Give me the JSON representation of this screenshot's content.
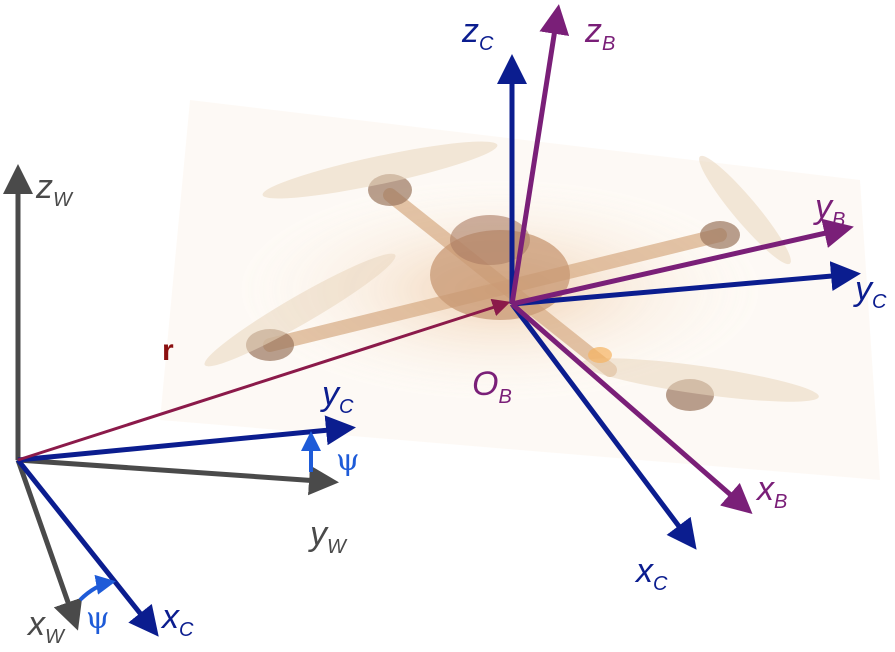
{
  "colors": {
    "world": "#4a4a4a",
    "control": "#0b1d8f",
    "body": "#7a1f78",
    "position": "#8b1a4a",
    "angle": "#1e5bd8",
    "r_label": "#8b1010",
    "drone_tint": "#f3dcc4"
  },
  "labels": {
    "z_w": {
      "main": "z",
      "sub": "W"
    },
    "y_w": {
      "main": "y",
      "sub": "W"
    },
    "x_w": {
      "main": "x",
      "sub": "W"
    },
    "y_c_world": {
      "main": "y",
      "sub": "C"
    },
    "x_c_world": {
      "main": "x",
      "sub": "C"
    },
    "psi_top": "ψ",
    "psi_bottom": "ψ",
    "r": "r",
    "o_b": {
      "main": "O",
      "sub": "B"
    },
    "z_c_body": {
      "main": "z",
      "sub": "C"
    },
    "z_b": {
      "main": "z",
      "sub": "B"
    },
    "y_b": {
      "main": "y",
      "sub": "B"
    },
    "y_c_body": {
      "main": "y",
      "sub": "C"
    },
    "x_b": {
      "main": "x",
      "sub": "B"
    },
    "x_c_body": {
      "main": "x",
      "sub": "C"
    }
  },
  "image": {
    "description_icon": "quadrotor-drone-photo"
  }
}
